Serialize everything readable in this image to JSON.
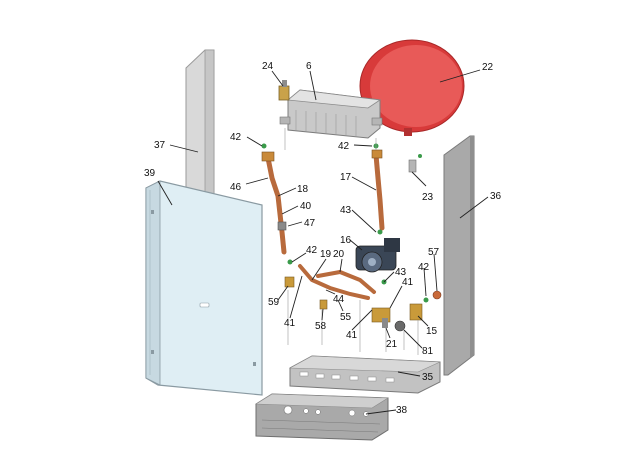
{
  "colors": {
    "red_vessel": "#e0403f",
    "copper": "#b86a3c",
    "panel_glass": "#d7e6ee",
    "panel_grey": "#a6a6a6",
    "metal": "#bdbdbd",
    "leader": "#222222"
  },
  "labels": {
    "l24": "24",
    "l6": "6",
    "l22": "22",
    "l42a": "42",
    "l42b": "42",
    "l37": "37",
    "l46": "46",
    "l18": "18",
    "l17": "17",
    "l39": "39",
    "l40": "40",
    "l47": "47",
    "l23": "23",
    "l36": "36",
    "l43a": "43",
    "l16": "16",
    "l42c": "42",
    "l19": "19",
    "l20": "20",
    "l57": "57",
    "l43b": "43",
    "l42d": "42",
    "l59": "59",
    "l44": "44",
    "l41a": "41",
    "l41b": "41",
    "l58": "58",
    "l55": "55",
    "l15": "15",
    "l41c": "41",
    "l21": "21",
    "l81": "81",
    "l35": "35",
    "l38": "38"
  }
}
